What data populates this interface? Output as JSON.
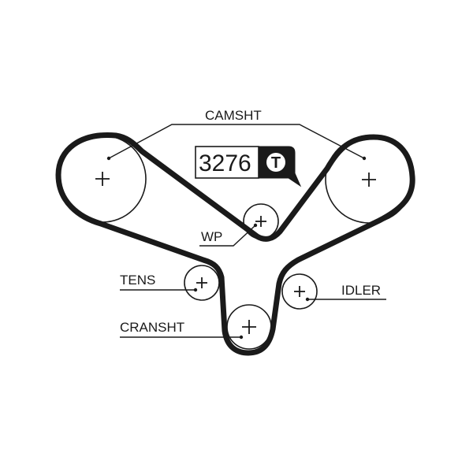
{
  "diagram": {
    "part_number": "3276",
    "badge_letter": "T",
    "labels": {
      "camshaft": "CAMSHT",
      "water_pump": "WP",
      "tensioner": "TENS",
      "idler": "IDLER",
      "crankshaft": "CRANSHT"
    }
  }
}
